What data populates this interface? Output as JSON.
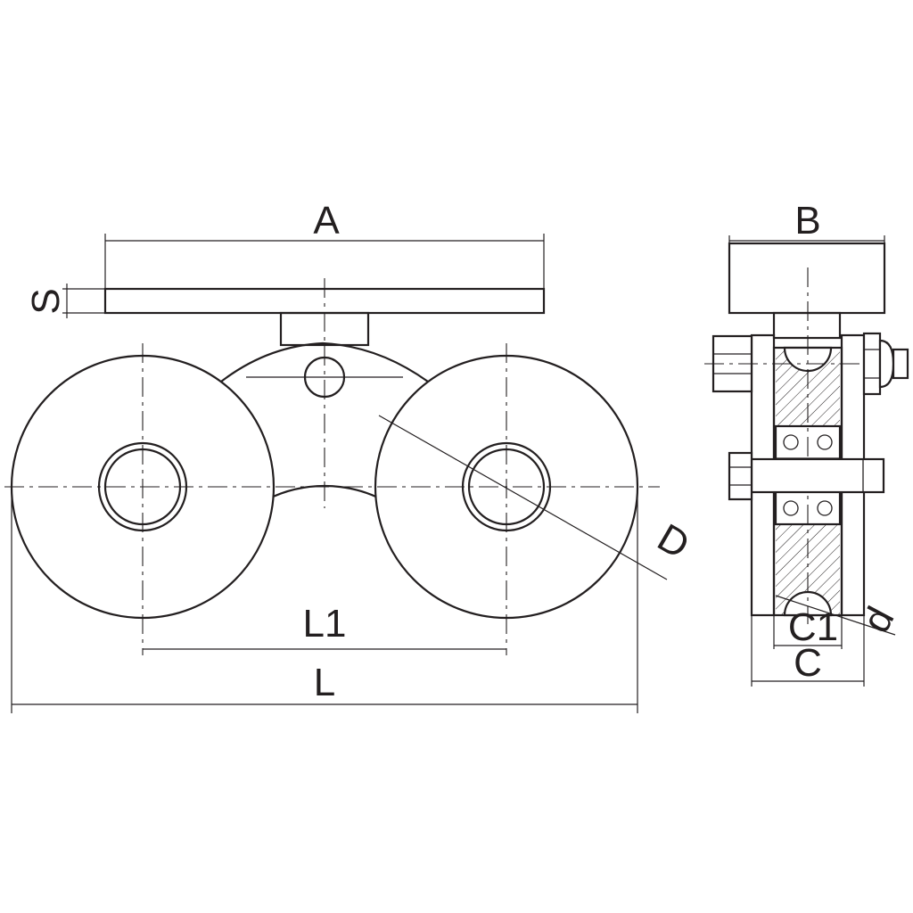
{
  "labels": {
    "A": "A",
    "S": "S",
    "B": "B",
    "D": "D",
    "L1": "L1",
    "L": "L",
    "C1": "C1",
    "C": "C",
    "d": "d"
  },
  "colors": {
    "line": "#231f20",
    "background": "#ffffff"
  }
}
